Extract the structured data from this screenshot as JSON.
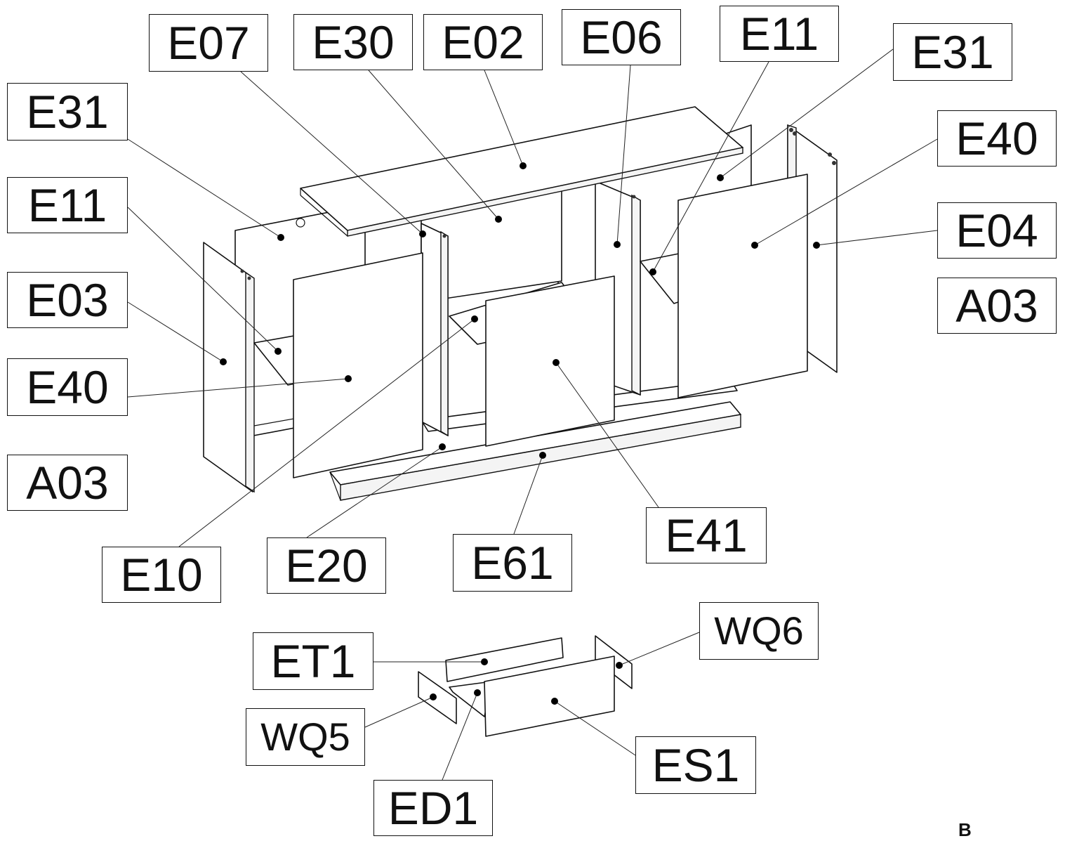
{
  "labels": {
    "e07": "E07",
    "e30": "E30",
    "e02": "E02",
    "e06": "E06",
    "e11_top": "E11",
    "e31_right": "E31",
    "e31_left": "E31",
    "e40_right": "E40",
    "e11_left": "E11",
    "e04": "E04",
    "a03_right": "A03",
    "e03": "E03",
    "e40_left": "E40",
    "a03_left": "A03",
    "e41": "E41",
    "e10": "E10",
    "e20": "E20",
    "e61": "E61",
    "wq6": "WQ6",
    "et1": "ET1",
    "wq5": "WQ5",
    "es1": "ES1",
    "ed1": "ED1"
  },
  "corner_mark": "B"
}
